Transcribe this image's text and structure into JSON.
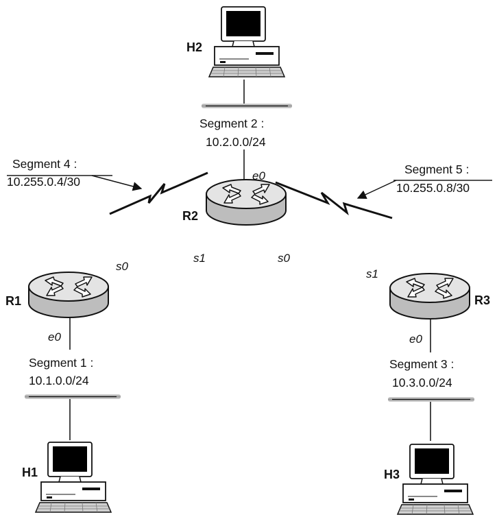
{
  "hosts": [
    {
      "id": "h1",
      "label": "H1"
    },
    {
      "id": "h2",
      "label": "H2"
    },
    {
      "id": "h3",
      "label": "H3"
    }
  ],
  "routers": [
    {
      "id": "r1",
      "label": "R1"
    },
    {
      "id": "r2",
      "label": "R2"
    },
    {
      "id": "r3",
      "label": "R3"
    }
  ],
  "interfaces": {
    "r1_s0": "s0",
    "r1_e0": "e0",
    "r2_e0": "e0",
    "r2_s1": "s1",
    "r2_s0": "s0",
    "r3_s1": "s1",
    "r3_e0": "e0"
  },
  "segments": [
    {
      "id": "seg1",
      "name": "Segment 1 :",
      "subnet": "10.1.0.0/24"
    },
    {
      "id": "seg2",
      "name": "Segment 2 :",
      "subnet": "10.2.0.0/24"
    },
    {
      "id": "seg3",
      "name": "Segment 3 :",
      "subnet": "10.3.0.0/24"
    },
    {
      "id": "seg4",
      "name": "Segment 4 :",
      "subnet": "10.255.0.4/30"
    },
    {
      "id": "seg5",
      "name": "Segment 5 :",
      "subnet": "10.255.0.8/30"
    }
  ]
}
